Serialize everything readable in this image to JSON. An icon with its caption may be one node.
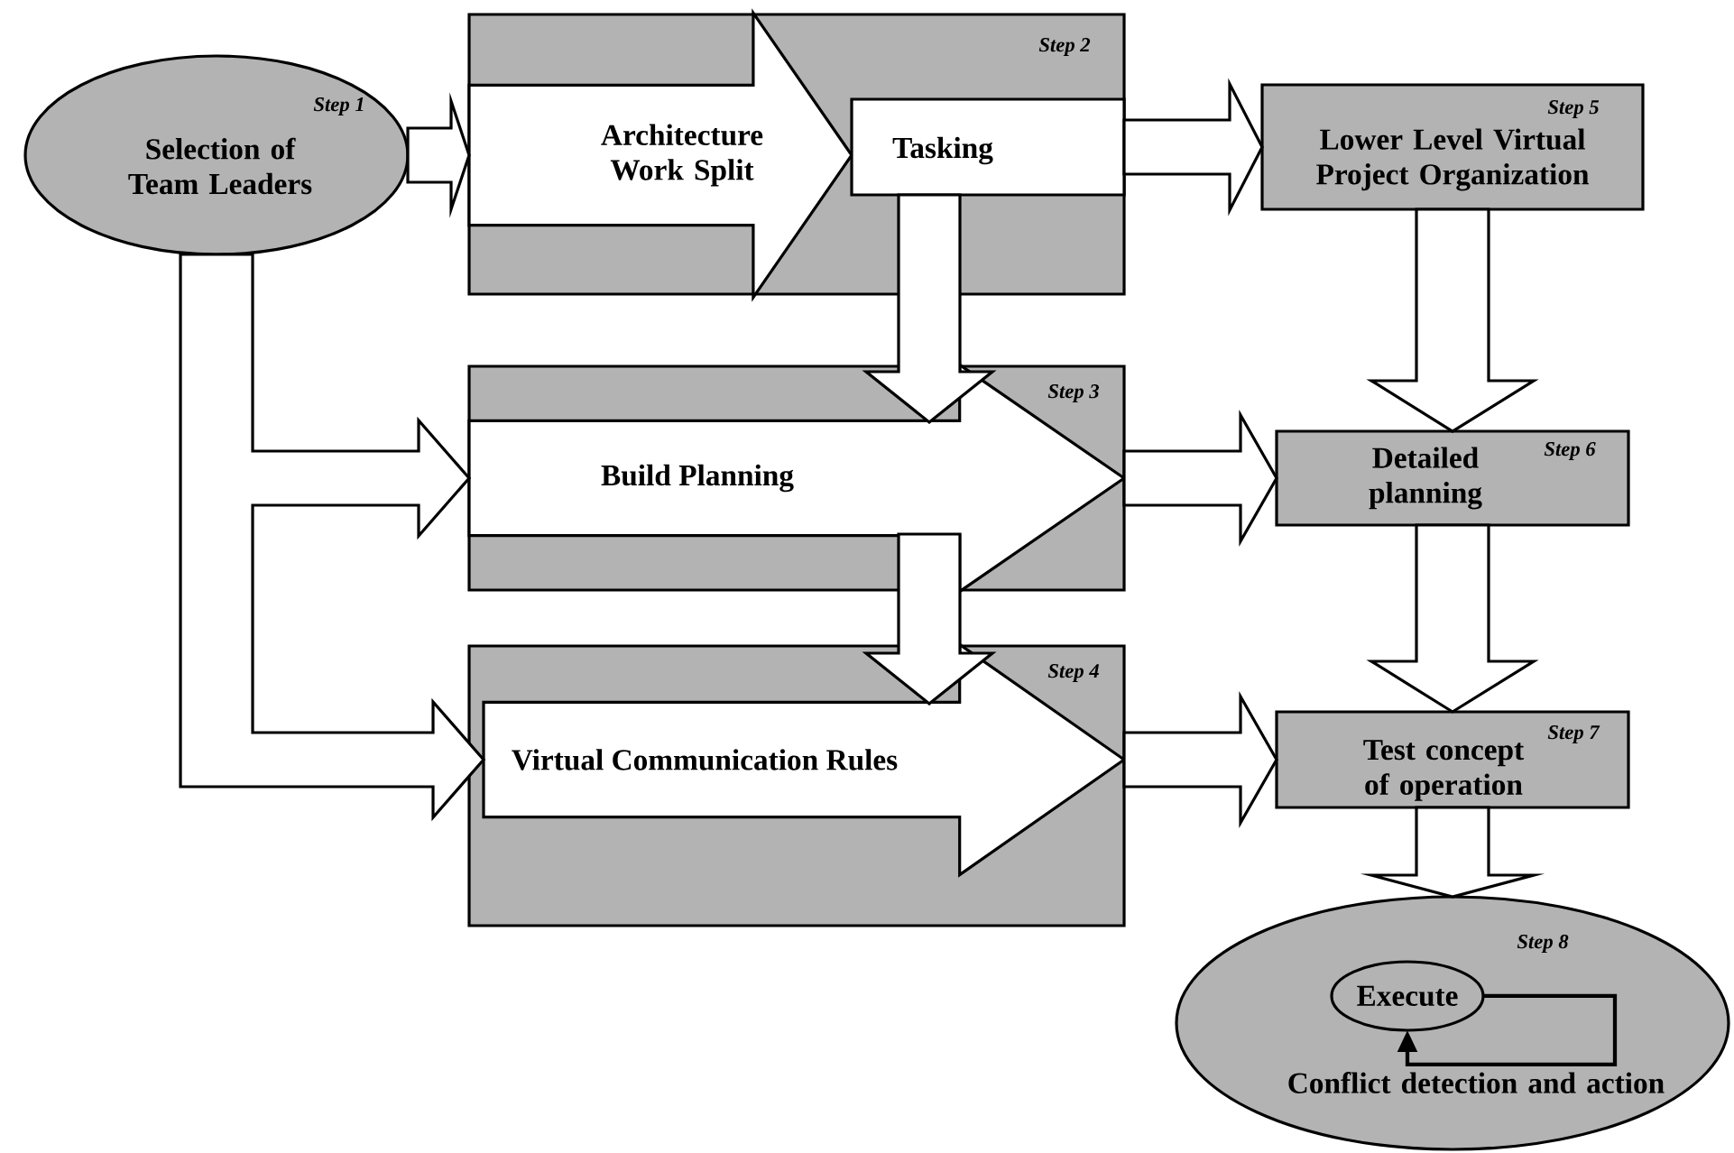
{
  "diagram": {
    "nodes": [
      {
        "text": [
          "Step 1",
          "Selection of Team Leaders"
        ]
      },
      {
        "text": [
          "Step 2"
        ]
      },
      {
        "text": [
          "Architecture Work Split"
        ],
        "in": 1
      },
      {
        "text": [
          "Tasking"
        ],
        "in": 1
      },
      {
        "text": [
          "Step 3"
        ]
      },
      {
        "text": [
          "Build Planning"
        ],
        "in": 4
      },
      {
        "text": [
          "Step 4"
        ]
      },
      {
        "text": [
          "Virtual Communication Rules"
        ],
        "in": 6
      },
      {
        "text": [
          "Step 5",
          "Lower Level Virtual Project Organization"
        ]
      },
      {
        "text": [
          "Detailed planning",
          "Step 6"
        ]
      },
      {
        "text": [
          "Step 7",
          "Test concept of operation"
        ]
      },
      {
        "text": [
          "Step 8",
          "Conflict detection and action"
        ]
      },
      {
        "text": [
          "Execute"
        ],
        "in": 11
      }
    ],
    "edges": [
      {
        "from": 0,
        "to": 2,
        "arrow": "to"
      },
      {
        "from": 0,
        "to": 5,
        "arrow": "to"
      },
      {
        "from": 0,
        "to": 7,
        "arrow": "to"
      },
      {
        "from": 3,
        "to": 8,
        "arrow": "to"
      },
      {
        "from": 3,
        "to": 5,
        "arrow": "to"
      },
      {
        "from": 4,
        "to": 9,
        "arrow": "to"
      },
      {
        "from": 5,
        "to": 7,
        "arrow": "to"
      },
      {
        "from": 7,
        "to": 10,
        "arrow": "to"
      },
      {
        "from": 8,
        "to": 9,
        "arrow": "to"
      },
      {
        "from": 9,
        "to": 10,
        "arrow": "to"
      },
      {
        "from": 10,
        "to": 11,
        "arrow": "to"
      },
      {
        "from": 12,
        "to": 12,
        "arrow": "to"
      }
    ]
  }
}
